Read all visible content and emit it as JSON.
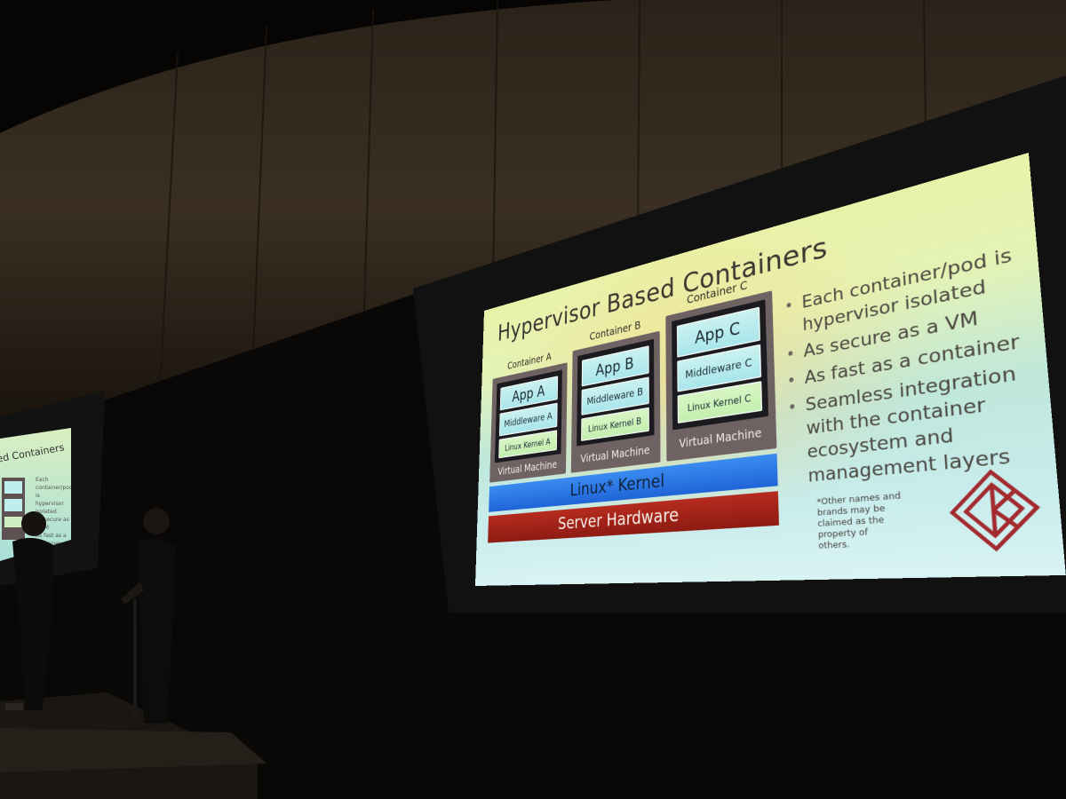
{
  "slide": {
    "title": "Hypervisor Based Containers",
    "containers": [
      {
        "label": "Container A",
        "app": "App A",
        "middleware": "Middleware A",
        "kernel": "Linux Kernel A",
        "vm": "Virtual Machine"
      },
      {
        "label": "Container B",
        "app": "App B",
        "middleware": "Middleware B",
        "kernel": "Linux Kernel B",
        "vm": "Virtual Machine"
      },
      {
        "label": "Container C",
        "app": "App C",
        "middleware": "Middleware C",
        "kernel": "Linux Kernel C",
        "vm": "Virtual Machine"
      }
    ],
    "host_kernel": "Linux* Kernel",
    "hardware": "Server Hardware",
    "bullets": [
      "Each container/pod is hypervisor isolated",
      "As secure as a VM",
      "As fast as a container",
      "Seamless integration with the container ecosystem and management layers"
    ],
    "disclaimer": "*Other names and brands may be claimed as the property of others.",
    "logo_icon": "kata-containers-logo-icon"
  },
  "left_screen": {
    "title": "ed Containers",
    "bullets": [
      "Each container/pod is",
      "hypervisor isolated",
      "As secure as a VM",
      "As fast as a container"
    ]
  },
  "colors": {
    "slide_bg": "#e4f3b5",
    "kernel_bar": "#2f7ae6",
    "hardware_bar": "#a5241a",
    "vm_frame": "#6f6263",
    "layer_fill": "#b9ecee"
  }
}
